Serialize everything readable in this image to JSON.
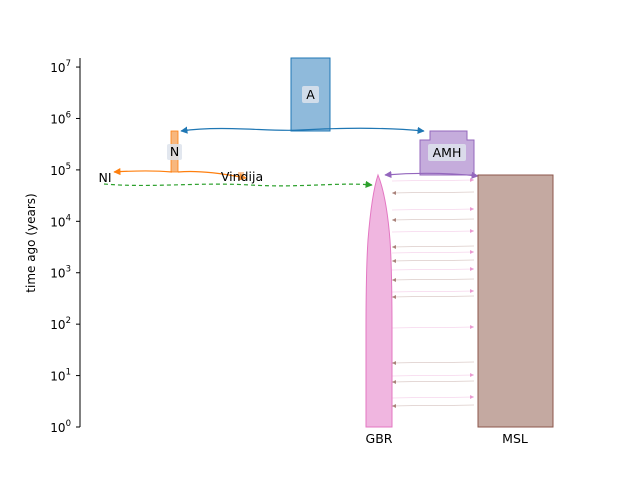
{
  "figure": {
    "ylabel": "time ago (years)",
    "y_scale": "log",
    "y_range": [
      1,
      15000000
    ],
    "y_ticks": [
      {
        "base": "10",
        "exp": "0",
        "value": 1
      },
      {
        "base": "10",
        "exp": "1",
        "value": 10
      },
      {
        "base": "10",
        "exp": "2",
        "value": 100
      },
      {
        "base": "10",
        "exp": "3",
        "value": 1000
      },
      {
        "base": "10",
        "exp": "4",
        "value": 10000
      },
      {
        "base": "10",
        "exp": "5",
        "value": 100000
      },
      {
        "base": "10",
        "exp": "6",
        "value": 1000000
      },
      {
        "base": "10",
        "exp": "7",
        "value": 10000000
      }
    ]
  },
  "demes": [
    {
      "name": "A",
      "start_time": 15000000,
      "end_time": 550000,
      "color": "#8fbadb"
    },
    {
      "name": "N",
      "start_time": 550000,
      "end_time": 90000,
      "color": "#f7b77e"
    },
    {
      "name": "NI",
      "start_time": 90000,
      "end_time": 90000,
      "color": "#f6a35c"
    },
    {
      "name": "Vindija",
      "start_time": 90000,
      "end_time": 55000,
      "color": "#f6a35c"
    },
    {
      "name": "AMH",
      "start_time": 550000,
      "end_time": 75000,
      "color": "#c5acdc"
    },
    {
      "name": "GBR",
      "start_time": 75000,
      "end_time": 1,
      "color": "#f0b6e0"
    },
    {
      "name": "MSL",
      "start_time": 75000,
      "end_time": 1,
      "color": "#c4a9a1"
    }
  ],
  "labels": {
    "A": "A",
    "N": "N",
    "NI": "NI",
    "Vindija": "Vindija",
    "AMH": "AMH",
    "GBR": "GBR",
    "MSL": "MSL"
  },
  "colors": {
    "A_edge": "#1f77b4",
    "N_edge": "#ff7f0e",
    "AMH_edge": "#9467bd",
    "GBR_edge": "#e377c2",
    "MSL_edge": "#8c564b",
    "pulse": "#2ca02c"
  }
}
